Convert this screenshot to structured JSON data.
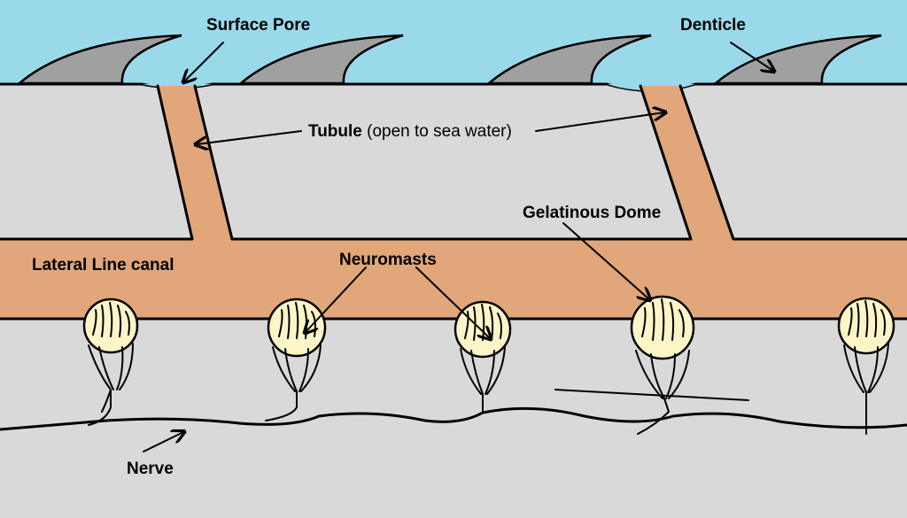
{
  "labels": {
    "surface_pore": "Surface Pore",
    "denticle": "Denticle",
    "tubule_bold": "Tubule",
    "tubule_rest": " (open to sea water)",
    "gelatinous_dome": "Gelatinous Dome",
    "lateral_line_canal": "Lateral Line canal",
    "neuromasts": "Neuromasts",
    "nerve": "Nerve"
  },
  "colors": {
    "sea_water": "#99d9ea",
    "skin": "#d9d9d9",
    "canal_fluid": "#e1a679",
    "denticle": "#a0a0a0",
    "neuromast": "#fdf5c8",
    "outline": "#000000"
  }
}
